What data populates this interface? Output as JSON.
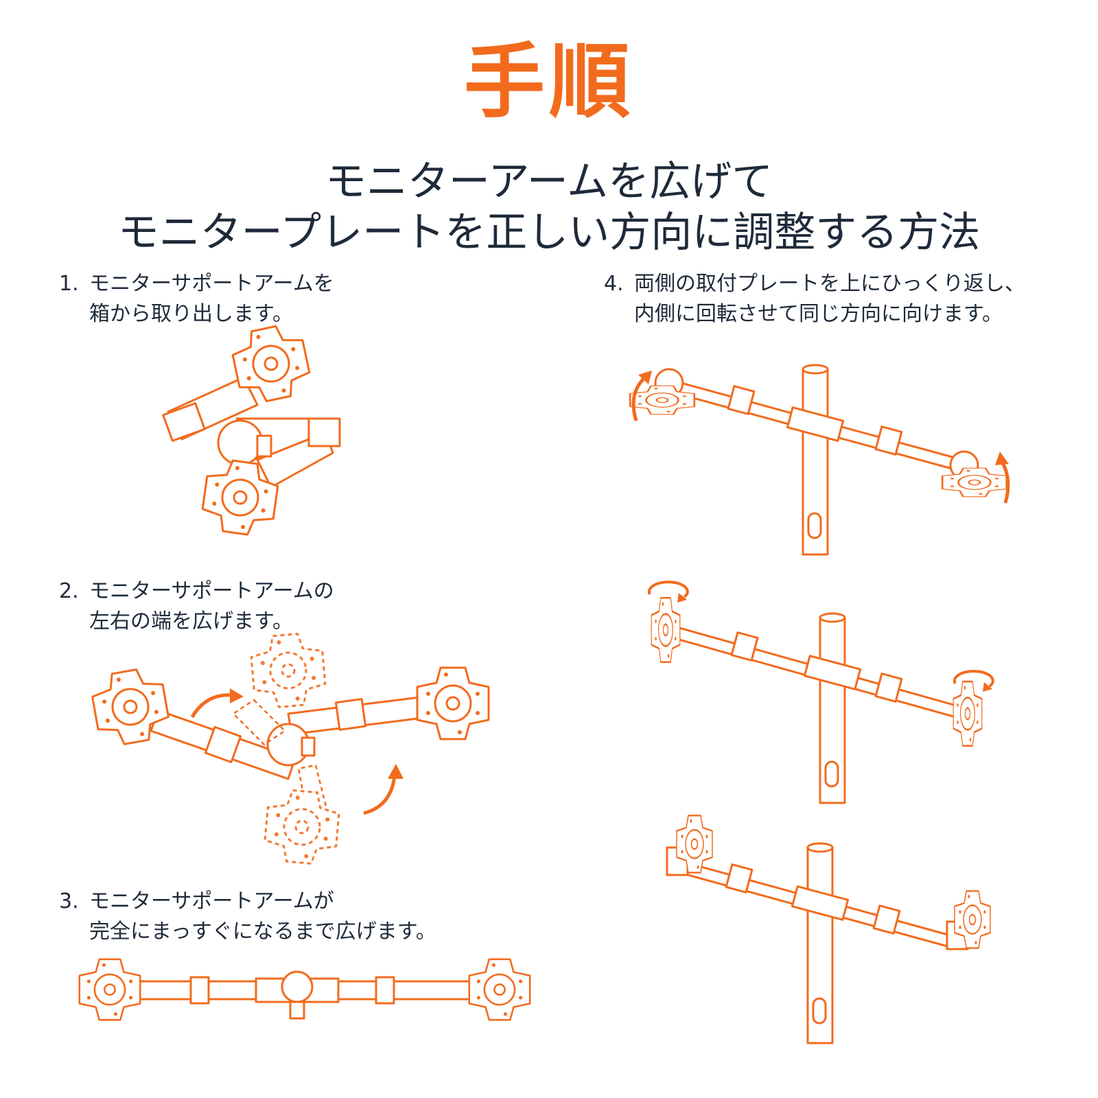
{
  "header": {
    "title": "手順",
    "subtitle_lines": [
      "モニターアームを広げて",
      "モニタープレートを正しい方向に調整する方法"
    ]
  },
  "steps": [
    {
      "number": "1.",
      "lines": [
        "モニターサポートアームを",
        "箱から取り出します。"
      ]
    },
    {
      "number": "2.",
      "lines": [
        "モニターサポートアームの",
        "左右の端を広げます。"
      ]
    },
    {
      "number": "3.",
      "lines": [
        "モニターサポートアームが",
        "完全にまっすぐになるまで広げます。"
      ]
    },
    {
      "number": "4.",
      "lines": [
        "両側の取付プレートを上にひっくり返し、",
        "内側に回転させて同じ方向に向けます。"
      ]
    }
  ],
  "colors": {
    "accent": "#f26b1d",
    "text": "#1e2a3a",
    "background": "#ffffff"
  },
  "icons": [
    "curved-arrow-icon",
    "rotate-arrow-icon",
    "monitor-arm-illustration"
  ]
}
